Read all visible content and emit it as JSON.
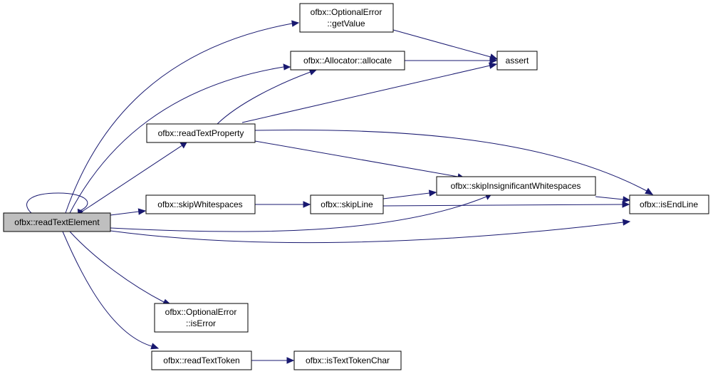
{
  "graph": {
    "root_color": "#bfbfbf",
    "edge_color": "#191970",
    "nodes": {
      "read_text_element": "ofbx::readTextElement",
      "optional_error_get_value": [
        "ofbx::OptionalError",
        "::getValue"
      ],
      "allocator_allocate": "ofbx::Allocator::allocate",
      "assert": "assert",
      "read_text_property": "ofbx::readTextProperty",
      "skip_whitespaces": "ofbx::skipWhitespaces",
      "skip_line": "ofbx::skipLine",
      "skip_insignificant_whitespaces": "ofbx::skipInsignificantWhitespaces",
      "is_end_line": "ofbx::isEndLine",
      "optional_error_is_error": [
        "ofbx::OptionalError",
        "::isError"
      ],
      "read_text_token": "ofbx::readTextToken",
      "is_text_token_char": "ofbx::isTextTokenChar"
    }
  }
}
